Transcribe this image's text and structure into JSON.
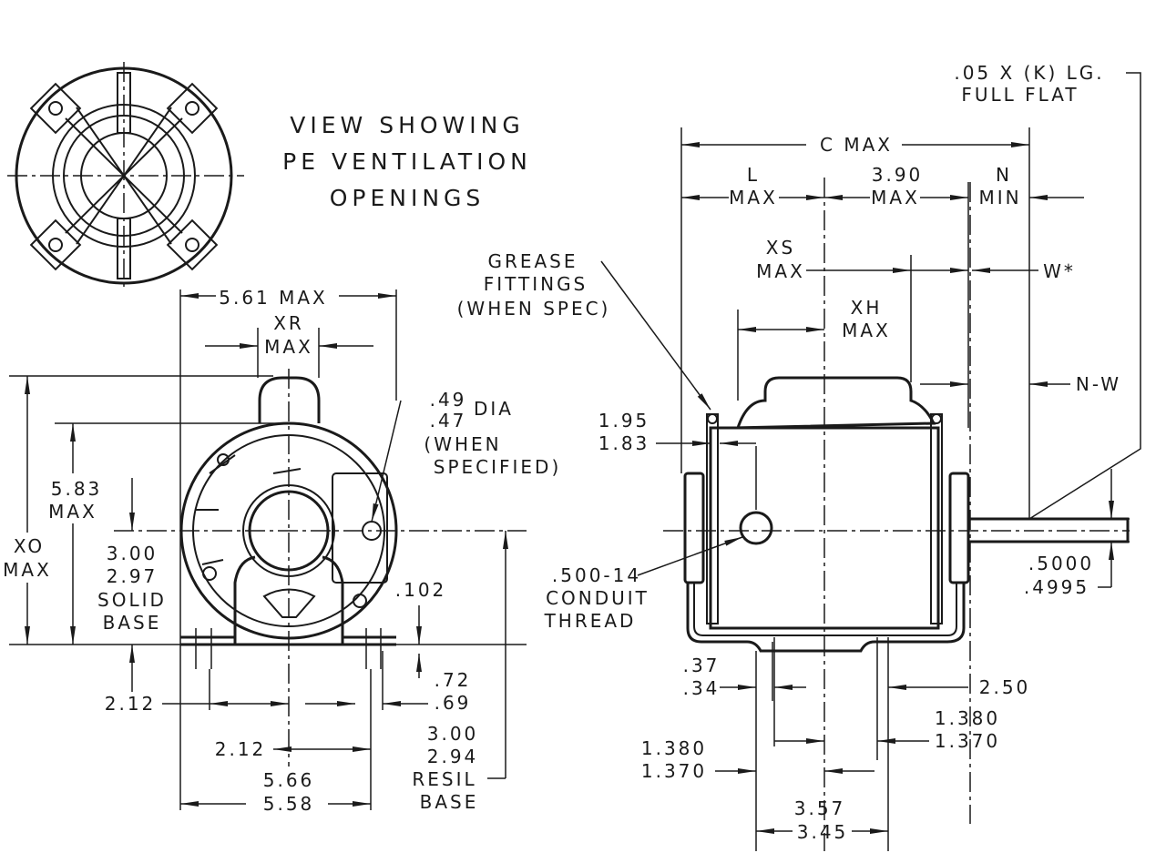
{
  "title": {
    "line1": "VIEW SHOWING",
    "line2": "PE VENTILATION",
    "line3": "OPENINGS"
  },
  "front_view": {
    "dim_5_61": "5.61 MAX",
    "xr": "XR",
    "xr_max": "MAX",
    "hole_dia_top": ".49",
    "hole_dia_label": "DIA",
    "hole_dia_bottom": ".47",
    "hole_when": "(WHEN",
    "hole_specified": "SPECIFIED)",
    "h_5_83": "5.83",
    "h_5_83_max": "MAX",
    "xo": "XO",
    "xo_max": "MAX",
    "solid_top": "3.00",
    "solid_bottom": "2.97",
    "solid_label": "SOLID",
    "solid_base": "BASE",
    "dim_102": ".102",
    "dim_2_12_a": "2.12",
    "slot_top": ".72",
    "slot_bottom": ".69",
    "dim_2_12_b": "2.12",
    "resil_top": "3.00",
    "resil_bottom": "2.94",
    "resil_label": "RESIL",
    "resil_base": "BASE",
    "width_top": "5.66",
    "width_bottom": "5.58"
  },
  "side_view": {
    "flat_line1": ".05 X (K) LG.",
    "flat_line2": "FULL FLAT",
    "c_max": "C MAX",
    "l": "L",
    "l_max": "MAX",
    "d_3_90": "3.90",
    "d_3_90_max": "MAX",
    "n": "N",
    "n_min": "MIN",
    "grease1": "GREASE",
    "grease2": "FITTINGS",
    "grease3": "(WHEN SPEC)",
    "xs": "XS",
    "xs_max": "MAX",
    "w": "W*",
    "xh": "XH",
    "xh_max": "MAX",
    "nw": "N-W",
    "d_1_95": "1.95",
    "d_1_83": "1.83",
    "conduit1": ".500-14",
    "conduit2": "CONDUIT",
    "conduit3": "THREAD",
    "shaft_top": ".5000",
    "shaft_bottom": ".4995",
    "d_37": ".37",
    "d_34": ".34",
    "d_2_50": "2.50",
    "r_1_380": "1.380",
    "r_1_370": "1.370",
    "l_1_380": "1.380",
    "l_1_370": "1.370",
    "d_3_57": "3.57",
    "d_3_45": "3.45"
  }
}
